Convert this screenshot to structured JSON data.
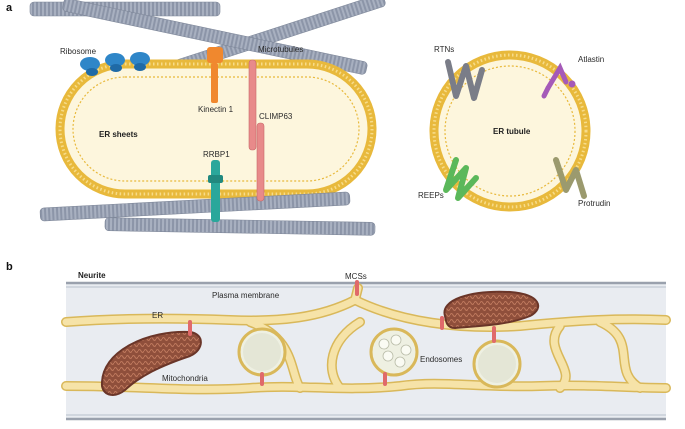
{
  "panels": {
    "a": {
      "letter": "a",
      "labels": {
        "ribosome": "Ribosome",
        "microtubules": "Microtubules",
        "kinectin": "Kinectin 1",
        "climp63": "CLIMP63",
        "er_sheets": "ER sheets",
        "rrbp1": "RRBP1",
        "rtns": "RTNs",
        "atlastin": "Atlastin",
        "er_tubule": "ER tubule",
        "reeps": "REEPs",
        "protrudin": "Protrudin"
      }
    },
    "b": {
      "letter": "b",
      "labels": {
        "neurite": "Neurite",
        "mcss": "MCSs",
        "plasma_membrane": "Plasma membrane",
        "er": "ER",
        "endosomes": "Endosomes",
        "mitochondria": "Mitochondria"
      }
    }
  },
  "colors": {
    "membrane": "#e8b93c",
    "lumen": "#fdf6dd",
    "microtubule": "#9aa3b5",
    "ribosome": "#2f86c8",
    "kinectin": "#f0882e",
    "climp63": "#e88a8a",
    "rrbp1": "#2aa79b",
    "rtns": "#7a7d88",
    "atlastin": "#a55ab8",
    "reeps": "#5bb85a",
    "protrudin": "#9b9a6e",
    "mcs_tether": "#e06a6a",
    "mitochondria": "#8a4b3a",
    "neurite_bg": "#e9ecf1",
    "er_network": "#f6e3a8"
  }
}
